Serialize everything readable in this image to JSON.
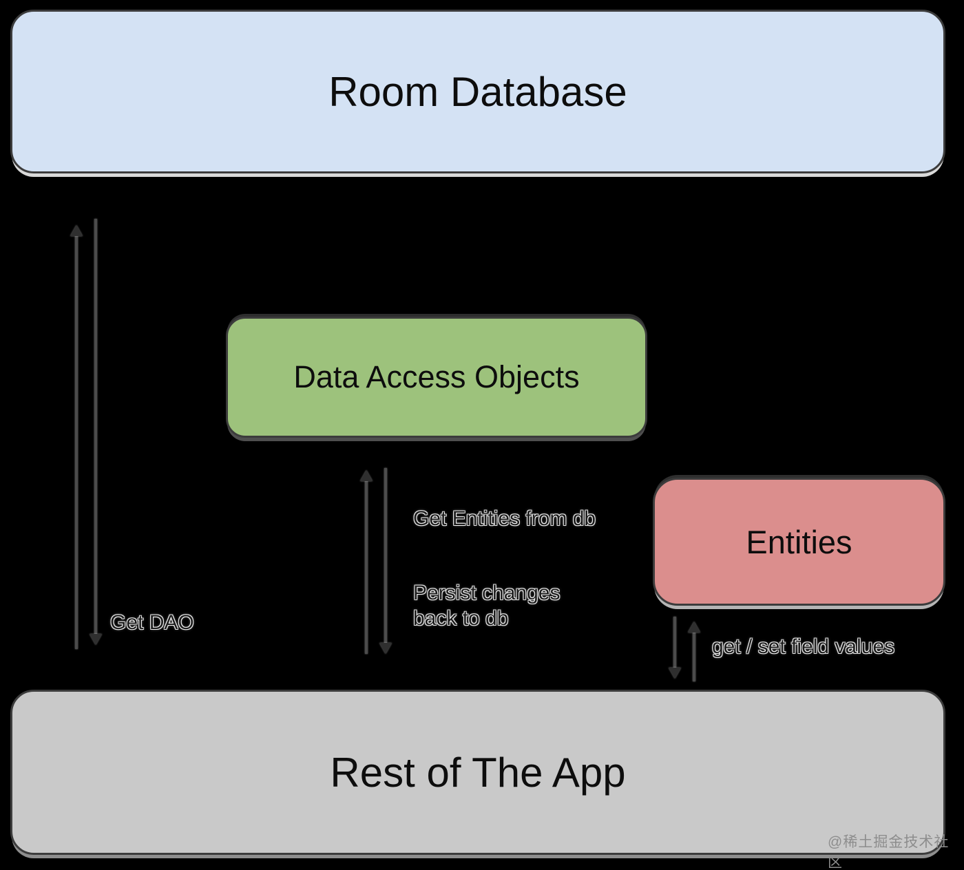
{
  "diagram": {
    "title_context": "Room Database architecture diagram",
    "boxes": {
      "room_database": {
        "label": "Room Database",
        "fill": "#d4e2f4"
      },
      "dao": {
        "label": "Data Access Objects",
        "fill": "#9dc27c"
      },
      "entities": {
        "label": "Entities",
        "fill": "#db8e8d"
      },
      "rest_of_app": {
        "label": "Rest of The App",
        "fill": "#c9c9c9"
      }
    },
    "edge_labels": {
      "get_dao": "Get DAO",
      "get_entities": "Get Entities from db",
      "persist_changes": "Persist changes\nback to db",
      "get_set_values": "get / set field values"
    },
    "arrows": [
      {
        "name": "rest-to-room-up",
        "direction": "up"
      },
      {
        "name": "room-to-rest-down",
        "direction": "down"
      },
      {
        "name": "rest-to-dao-up",
        "direction": "up"
      },
      {
        "name": "dao-to-rest-down",
        "direction": "down"
      },
      {
        "name": "entities-to-rest-down",
        "direction": "down"
      },
      {
        "name": "rest-to-entities-up",
        "direction": "up"
      }
    ],
    "colors": {
      "background": "#000000",
      "box_border": "#3c3c3c",
      "arrow_line": "#4c4c4c",
      "label_text": "#1c1c1c",
      "watermark_text": "#8d8d8d"
    },
    "watermark": "@稀土掘金技术社区"
  }
}
